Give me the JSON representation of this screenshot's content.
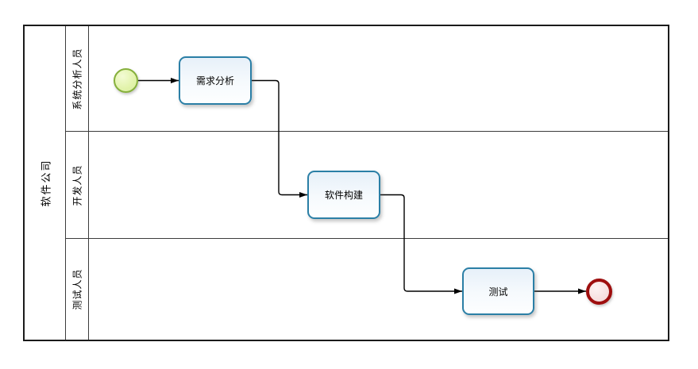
{
  "diagram": {
    "type": "bpmn-swimlane-process",
    "pool": {
      "label": "软件公司"
    },
    "lanes": [
      {
        "label": "系统分析人员"
      },
      {
        "label": "开发人员"
      },
      {
        "label": "测试人员"
      }
    ],
    "nodes": {
      "start_event": {
        "type": "start-event",
        "lane": "系统分析人员"
      },
      "tasks": [
        {
          "label": "需求分析",
          "lane": "系统分析人员"
        },
        {
          "label": "软件构建",
          "lane": "开发人员"
        },
        {
          "label": "测试",
          "lane": "测试人员"
        }
      ],
      "end_event": {
        "type": "end-event",
        "lane": "测试人员"
      }
    },
    "flows": [
      {
        "from": "start-event",
        "to": "需求分析"
      },
      {
        "from": "需求分析",
        "to": "软件构建"
      },
      {
        "from": "软件构建",
        "to": "测试"
      },
      {
        "from": "测试",
        "to": "end-event"
      }
    ],
    "colors": {
      "task_border": "#2b7fa6",
      "task_fill": "#eaf2fb",
      "start_event_border": "#86b03c",
      "start_event_fill": "#e2f3ab",
      "end_event_border": "#9e0e0e",
      "end_event_fill": "#f6dede",
      "flow_line": "#000000",
      "lane_border": "#3c3c3c"
    }
  }
}
